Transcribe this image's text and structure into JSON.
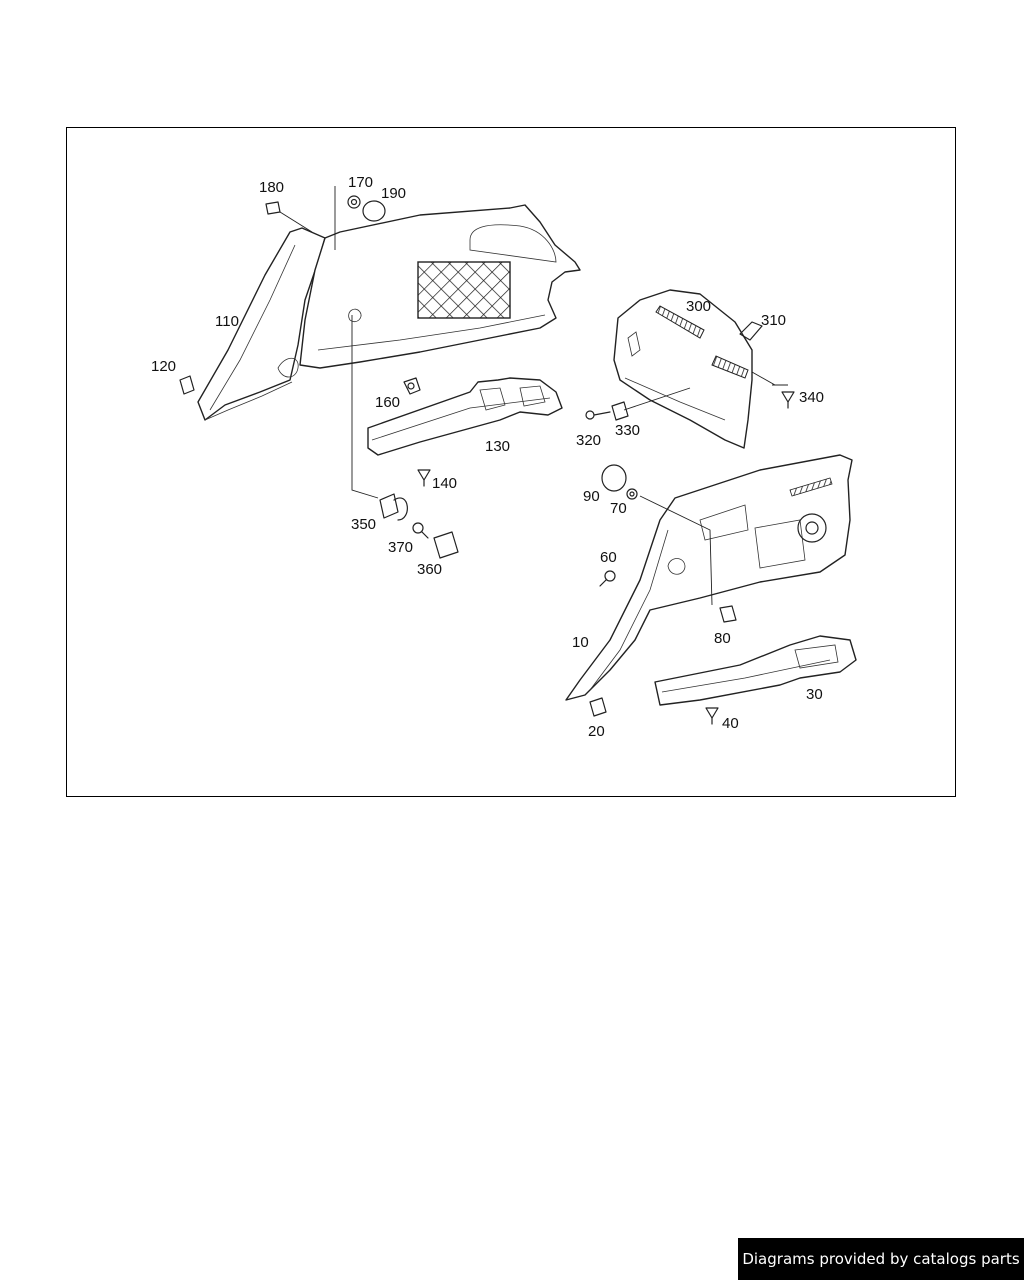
{
  "diagram": {
    "labels": [
      "180",
      "170",
      "190",
      "110",
      "120",
      "160",
      "130",
      "140",
      "350",
      "370",
      "360",
      "300",
      "310",
      "340",
      "320",
      "330",
      "90",
      "70",
      "60",
      "80",
      "10",
      "30",
      "40",
      "20"
    ]
  },
  "footer": {
    "credit": "Diagrams provided by catalogs parts"
  }
}
